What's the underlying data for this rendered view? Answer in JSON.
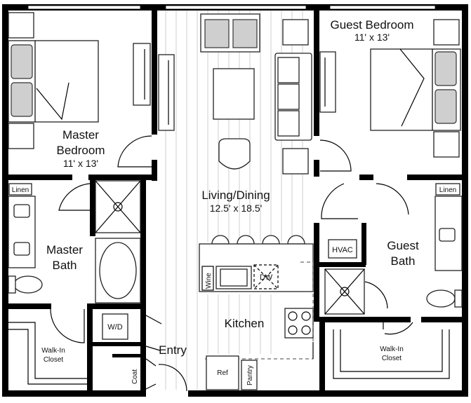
{
  "rooms": {
    "guest_bedroom": {
      "name": "Guest Bedroom",
      "size": "11' x 13'"
    },
    "master_bedroom": {
      "name_line1": "Master",
      "name_line2": "Bedroom",
      "size": "11' x 13'"
    },
    "living_dining": {
      "name": "Living/Dining",
      "size": "12.5' x 18.5'"
    },
    "master_bath": {
      "line1": "Master",
      "line2": "Bath"
    },
    "guest_bath": {
      "line1": "Guest",
      "line2": "Bath"
    },
    "kitchen": "Kitchen",
    "entry": "Entry",
    "walk_in_closet_left": {
      "line1": "Walk-In",
      "line2": "Closet"
    },
    "walk_in_closet_right": {
      "line1": "Walk-In",
      "line2": "Closet"
    }
  },
  "labels": {
    "linen_left": "Linen",
    "linen_right": "Linen",
    "hvac": "HVAC",
    "wine": "Wine",
    "dw": "DW",
    "wd": "W/D",
    "ref": "Ref",
    "pantry": "Pantry",
    "coat": "Coat"
  }
}
